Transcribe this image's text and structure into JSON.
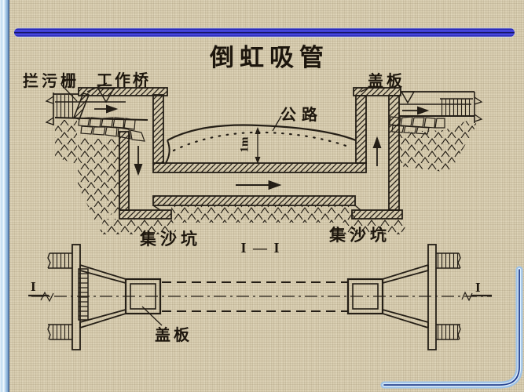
{
  "slide": {
    "title": "倒虹吸管"
  },
  "profile": {
    "trash_rack": "拦污栅",
    "work_bridge": "工作桥",
    "cover_plate": "盖板",
    "road": "公路",
    "depth_dim": "1m",
    "sand_pit_left": "集沙坑",
    "sand_pit_right": "集沙坑",
    "section_title": "I — I"
  },
  "plan": {
    "section_mark_left": "I",
    "section_mark_right": "I",
    "cover_plate": "盖板"
  },
  "icons": {
    "water_level_left": "water-level-icon",
    "water_level_right": "water-level-icon",
    "flow_arrows": "flow-arrow-icon"
  },
  "colors": {
    "background": "#d8cdb0",
    "ink": "#241e16",
    "rule_blue": "#3434cc",
    "frame_light_blue": "#9ec2e6",
    "frame_navy": "#24408f"
  }
}
